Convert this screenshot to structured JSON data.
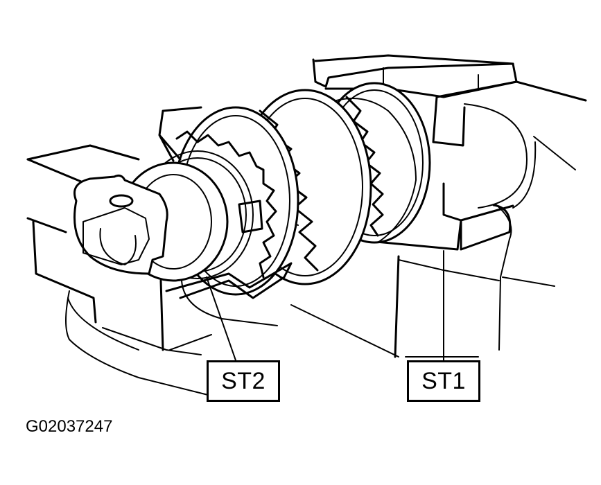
{
  "figure": {
    "id": "G02037247",
    "description": "Line drawing of a transmission gear shaft assembly held in a vise with special tools",
    "callouts": [
      {
        "label": "ST2",
        "target": "sleeve puller tool around front gear"
      },
      {
        "label": "ST1",
        "target": "support plate under gear stack"
      }
    ],
    "colors": {
      "line": "#000000",
      "background": "#ffffff"
    }
  }
}
